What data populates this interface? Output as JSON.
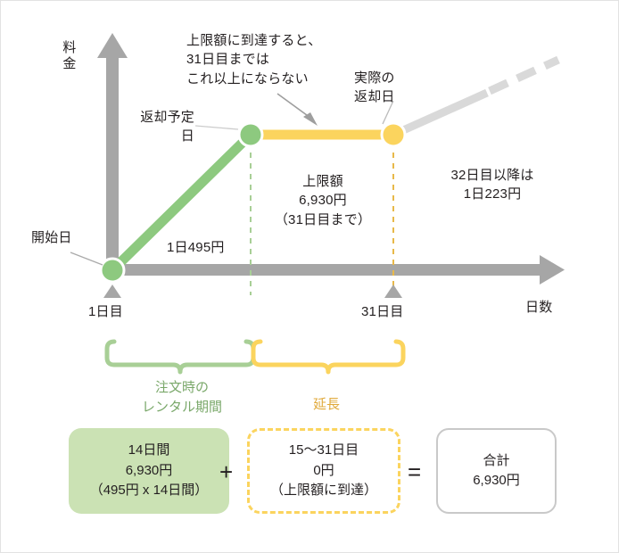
{
  "chart_data": {
    "type": "line",
    "title": "",
    "xlabel": "日数",
    "ylabel": "料金",
    "annotations": {
      "start_point": "開始日",
      "planned_return": "返却予定日",
      "cap_note": "上限額に到達すると、\n31日目までは\nこれ以上にならない",
      "actual_return": "実際の\n返却日",
      "daily_rate": "1日495円",
      "cap_amount": "上限額\n6,930円\n（31日目まで）",
      "after_31": "32日目以降は\n1日223円"
    },
    "ticks": [
      {
        "label": "1日目",
        "x_day": 1
      },
      {
        "label": "31日目",
        "x_day": 31
      }
    ],
    "series": [
      {
        "name": "注文時のレンタル期間",
        "color": "#8dc97f",
        "segment": "rising",
        "rate_per_day": 495,
        "from_day": 1,
        "to_day": 14
      },
      {
        "name": "延長（上限額到達）",
        "color": "#fbd45e",
        "segment": "flat",
        "rate_per_day": 0,
        "from_day": 14,
        "to_day": 31,
        "value": 6930
      },
      {
        "name": "32日目以降",
        "color": "#d9d9d9",
        "segment": "rising",
        "rate_per_day": 223,
        "from_day": 31
      }
    ],
    "markers": [
      {
        "label": "開始日",
        "color": "#8dc97f"
      },
      {
        "label": "返却予定日",
        "color": "#8dc97f"
      },
      {
        "label": "実際の返却日",
        "color": "#fbd45e"
      }
    ]
  },
  "braces": {
    "rental": {
      "label": "注文時の\nレンタル期間",
      "color": "#8dc97f"
    },
    "extension": {
      "label": "延長",
      "color": "#fbd45e"
    }
  },
  "calculation": {
    "rental_box": "14日間\n6,930円\n（495円 x 14日間）",
    "plus_operator": "+",
    "extension_box": "15〜31日目\n0円\n（上限額に到達）",
    "equals_operator": "=",
    "total_box": "合計\n6,930円"
  },
  "colors": {
    "green": "#8dc97f",
    "green_fill": "#cbe2b4",
    "yellow": "#fbd45e",
    "grey": "#a6a6a6",
    "grey_light": "#d9d9d9",
    "text": "#231f20"
  }
}
